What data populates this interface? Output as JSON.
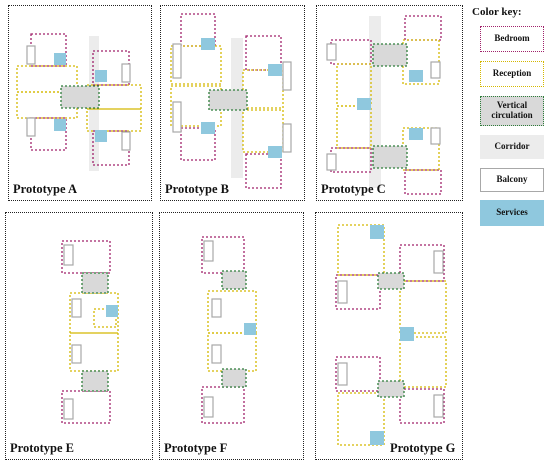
{
  "colors": {
    "bedroom": "#a0226b",
    "reception": "#d4b800",
    "vertical_circulation_fill": "#d9d9d9",
    "vertical_circulation_border": "#2e7d3a",
    "corridor": "#ececec",
    "balcony": "#a8a8a8",
    "services": "#8fc8de"
  },
  "legend": {
    "title": "Color key:",
    "bedroom": "Bedroom",
    "reception": "Reception",
    "vertical_circulation": "Vertical circulation",
    "corridor": "Corridor",
    "balcony": "Balcony",
    "services": "Services"
  },
  "panels": [
    {
      "id": "A",
      "label": "Prototype A"
    },
    {
      "id": "B",
      "label": "Prototype B"
    },
    {
      "id": "C",
      "label": "Prototype C"
    },
    {
      "id": "E",
      "label": "Prototype E"
    },
    {
      "id": "F",
      "label": "Prototype F"
    },
    {
      "id": "G",
      "label": "Prototype G"
    }
  ]
}
